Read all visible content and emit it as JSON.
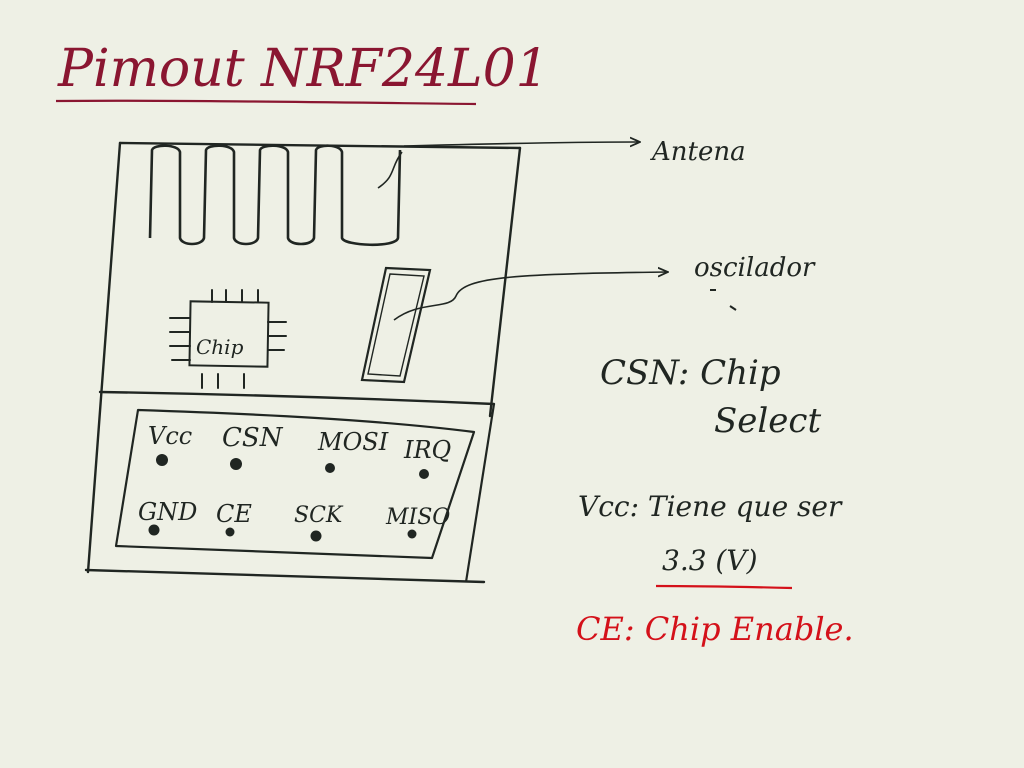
{
  "title": "Pimout NRF24L01",
  "labels": {
    "antenna": "Antena",
    "oscillator": "oscilador",
    "chip": "Chip"
  },
  "pins": {
    "top": [
      "Vcc",
      "CSN",
      "MOSI",
      "IRQ"
    ],
    "bottom": [
      "GND",
      "CE",
      "SCK",
      "MISO"
    ]
  },
  "notes": {
    "csn_line1": "CSN: Chip",
    "csn_line2": "Select",
    "vcc_line1": "Vcc: Tiene que ser",
    "vcc_line2": "3.3 (V)",
    "ce_line": "CE: Chip Enable."
  },
  "colors": {
    "title": "#8a1631",
    "ink": "#202622",
    "accent": "#d4111a",
    "paper": "#eef0e5"
  }
}
